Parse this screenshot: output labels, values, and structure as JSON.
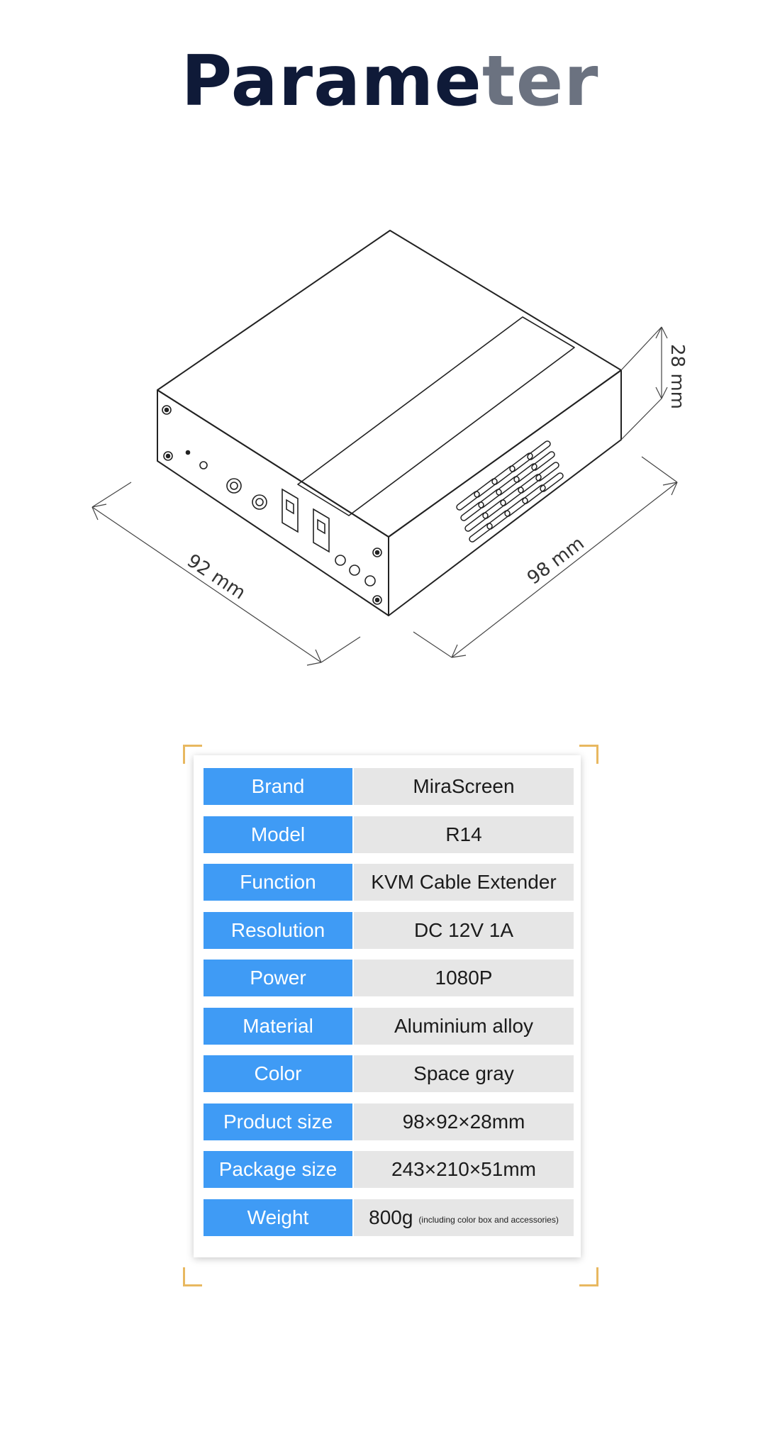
{
  "page": {
    "title_main": "Parame",
    "title_fade": "ter"
  },
  "diagram": {
    "width_label": "92 mm",
    "depth_label": "98 mm",
    "height_label": "28 mm"
  },
  "specs": [
    {
      "label": "Brand",
      "value": "MiraScreen"
    },
    {
      "label": "Model",
      "value": "R14"
    },
    {
      "label": "Function",
      "value": "KVM Cable Extender"
    },
    {
      "label": "Resolution",
      "value": "DC 12V 1A"
    },
    {
      "label": "Power",
      "value": "1080P"
    },
    {
      "label": "Material",
      "value": "Aluminium alloy"
    },
    {
      "label": "Color",
      "value": "Space gray"
    },
    {
      "label": "Product size",
      "value": "98×92×28mm"
    },
    {
      "label": "Package size",
      "value": "243×210×51mm"
    },
    {
      "label": "Weight",
      "value": "800g",
      "note": "(including color box and accessories)"
    }
  ],
  "colors": {
    "label_bg": "#3f9bf5",
    "value_bg": "#e6e6e6",
    "corner_accent": "#e8b860",
    "title": "#0f1a38"
  }
}
